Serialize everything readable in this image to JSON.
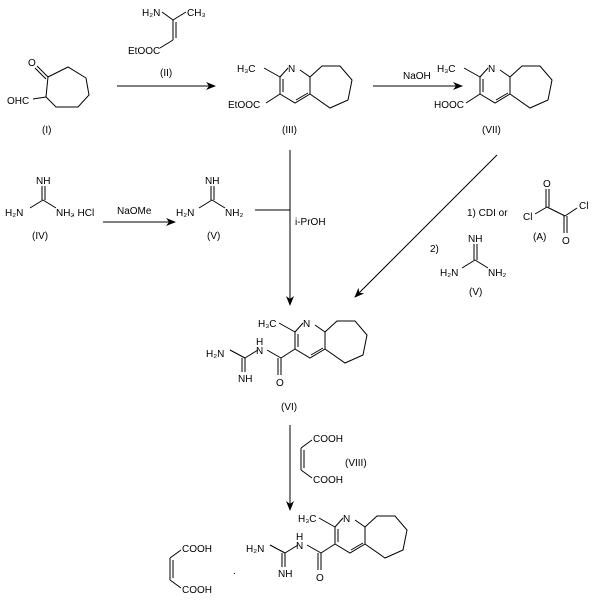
{
  "compounds": {
    "I": {
      "label": "(I)",
      "oxo": "O",
      "formyl": "OHC"
    },
    "II": {
      "label": "(II)",
      "amine": "H₂N",
      "methyl": "CH₃",
      "ester": "EtOOC"
    },
    "III": {
      "label": "(III)",
      "methyl": "H₃C",
      "n": "N",
      "ester": "EtOOC"
    },
    "VII": {
      "label": "(VII)",
      "methyl": "H₃C",
      "n": "N",
      "acid": "HOOC"
    },
    "IV": {
      "label": "(IV)",
      "imine": "NH",
      "amine1": "H₂N",
      "amine2": "NH₂",
      "salt": ". HCl"
    },
    "V": {
      "label": "(V)",
      "imine": "NH",
      "amine1": "H₂N",
      "amine2": "NH₂"
    },
    "V2": {
      "label": "(V)",
      "imine": "NH",
      "amine1": "H₂N",
      "amine2": "NH₂"
    },
    "A": {
      "label": "(A)",
      "cl1": "Cl",
      "cl2": "Cl",
      "o1": "O",
      "o2": "O"
    },
    "VI": {
      "label": "(VI)",
      "methyl": "H₃C",
      "n": "N",
      "amine": "H₂N",
      "nh": "N",
      "h": "H",
      "imine": "NH",
      "o": "O"
    },
    "VIII": {
      "label": "(VIII)",
      "acid1": "COOH",
      "acid2": "COOH"
    },
    "product": {
      "methyl": "H₃C",
      "n": "N",
      "amine": "H₂N",
      "nh": "N",
      "h": "H",
      "imine": "NH",
      "o": "O",
      "acid1": "COOH",
      "acid2": "COOH",
      "dot": "."
    }
  },
  "reagents": {
    "naoh": "NaOH",
    "naome": "NaOMe",
    "iproh": "i-PrOH",
    "step1": "1)  CDI or",
    "step2": "2)"
  }
}
